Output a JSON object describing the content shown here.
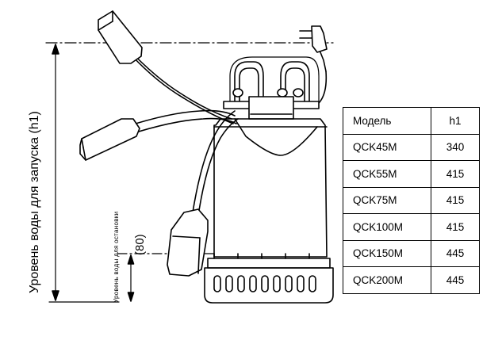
{
  "labels": {
    "start_level": "Уровень воды для запуска (h1)",
    "stop_level": "Уровень воды для остановки",
    "stop_height": "(80)"
  },
  "table": {
    "headers": {
      "model": "Модель",
      "h1": "h1"
    },
    "rows": [
      {
        "model": "QCK45M",
        "h1": "340"
      },
      {
        "model": "QCK55M",
        "h1": "415"
      },
      {
        "model": "QCK75M",
        "h1": "415"
      },
      {
        "model": "QCK100M",
        "h1": "415"
      },
      {
        "model": "QCK150M",
        "h1": "445"
      },
      {
        "model": "QCK200M",
        "h1": "445"
      }
    ]
  },
  "icons": [
    "power-plug-icon",
    "float-switch-icon",
    "pump-icon"
  ]
}
